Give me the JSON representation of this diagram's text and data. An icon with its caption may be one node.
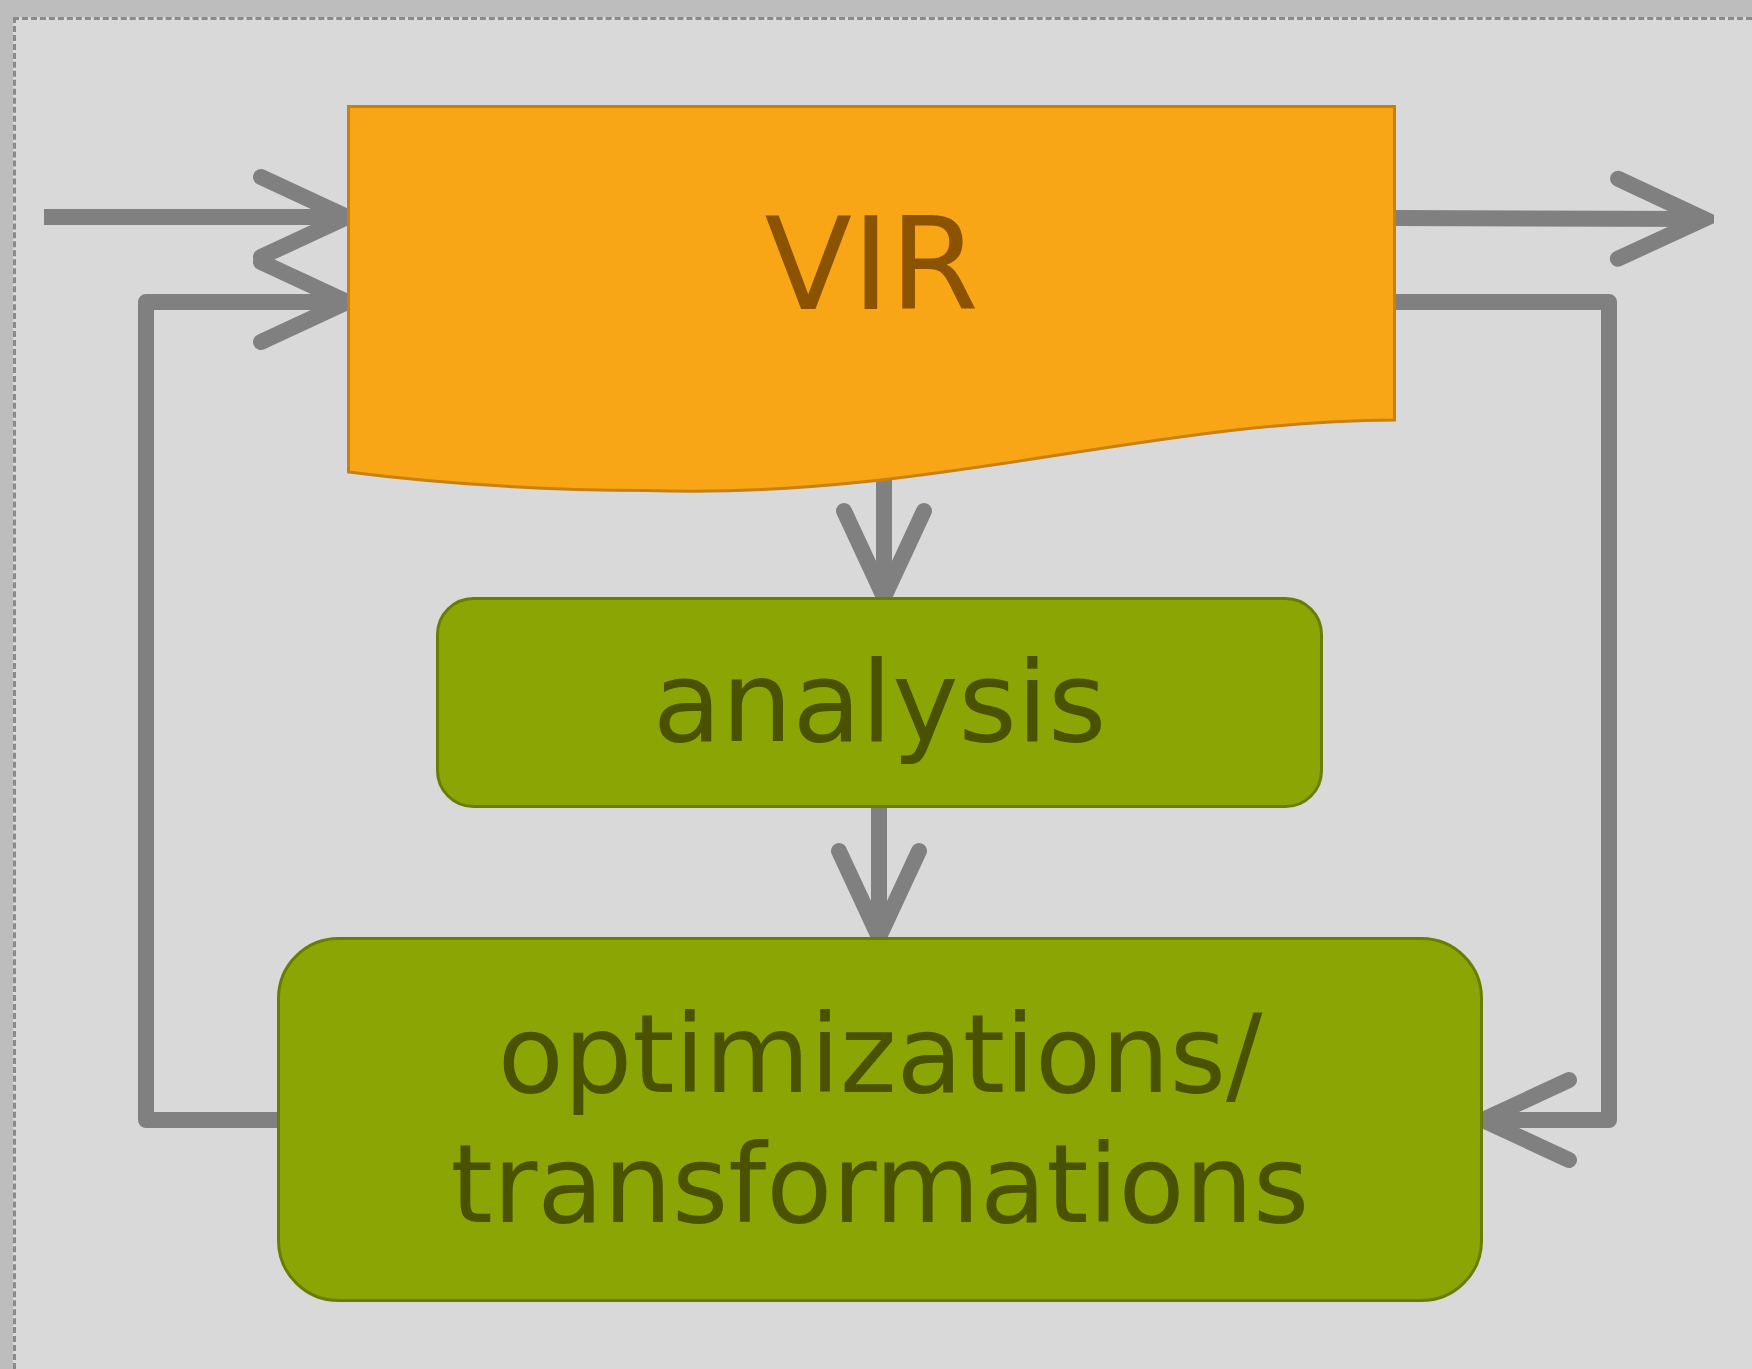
{
  "diagram": {
    "nodes": [
      {
        "text": [
          "VIR"
        ]
      },
      {
        "text": [
          "analysis"
        ]
      },
      {
        "text": [
          "optimizations/ transformations"
        ]
      }
    ],
    "edges": [
      {
        "from": null,
        "to": 0,
        "arrow": "to"
      },
      {
        "from": 2,
        "to": 0,
        "arrow": "to"
      },
      {
        "from": 0,
        "to": null,
        "arrow": "to"
      },
      {
        "from": 0,
        "to": 2,
        "arrow": "to"
      },
      {
        "from": 0,
        "to": 1,
        "arrow": "to"
      },
      {
        "from": 1,
        "to": 2,
        "arrow": "to"
      }
    ]
  }
}
